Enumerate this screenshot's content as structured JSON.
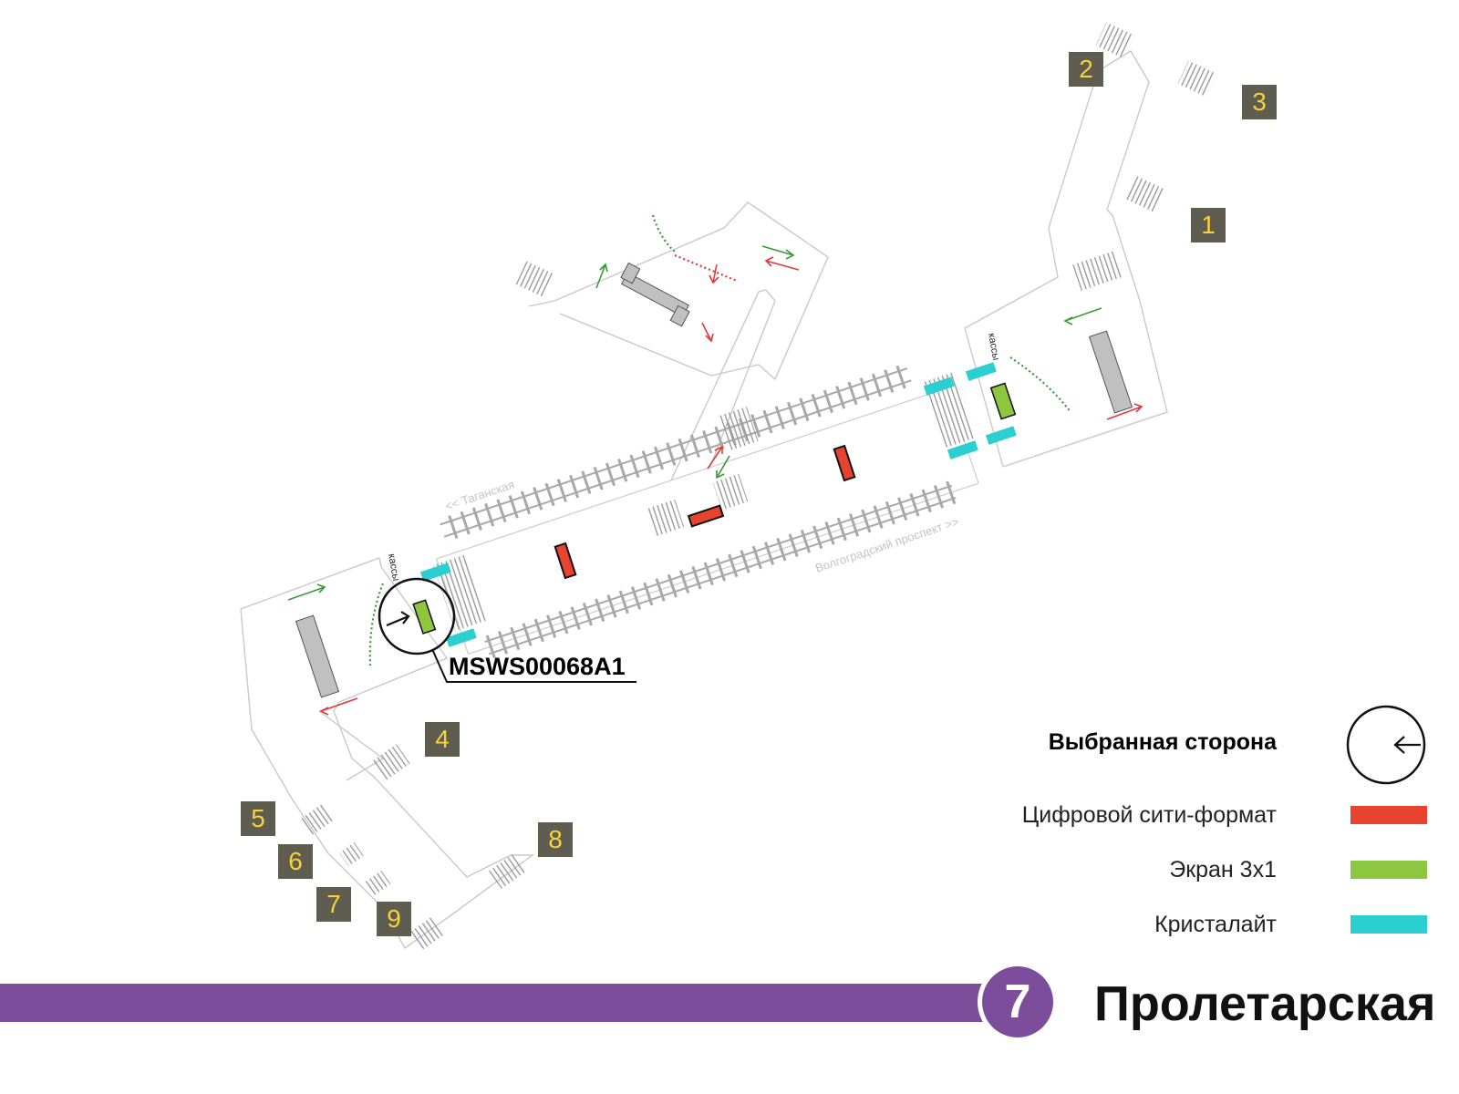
{
  "colors": {
    "line": "#7b4d9a",
    "digital_cityformat": "#e8432e",
    "screen_3x1": "#8dc63f",
    "crystalite": "#2ccfd0",
    "exit_box": "#5f5c50",
    "exit_text": "#f6d23a",
    "arrow_green": "#3a9a3a",
    "arrow_red": "#e03a3a"
  },
  "station": {
    "name": "Пролетарская",
    "line_number": "7"
  },
  "legend": {
    "selected_side": "Выбранная сторона",
    "digital_cityformat": "Цифровой сити-формат",
    "screen_3x1": "Экран 3х1",
    "crystalite": "Кристалайт"
  },
  "map": {
    "ad_code": "MSWS00068A1",
    "direction_left": "<< Таганская",
    "direction_right": "Волгоградский проспект >>",
    "ticket_office_left": "кассы",
    "ticket_office_right": "кассы",
    "exits": [
      "1",
      "2",
      "3",
      "4",
      "5",
      "6",
      "7",
      "8",
      "9"
    ]
  }
}
